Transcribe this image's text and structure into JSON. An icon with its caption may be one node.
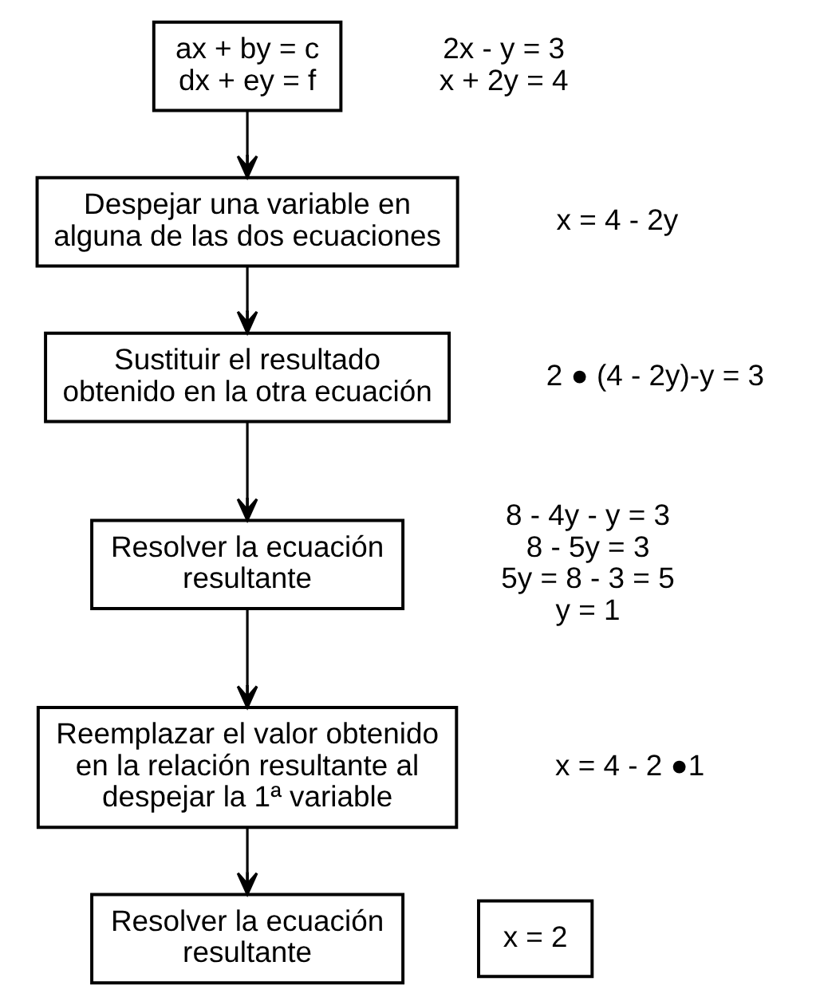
{
  "diagram": {
    "nodes": [
      {
        "text": [
          "ax + by = c",
          "dx + ey = f"
        ],
        "beside": [
          "2x - y = 3",
          "x + 2y = 4"
        ]
      },
      {
        "text": [
          "Despejar una variable en alguna de las dos ecuaciones"
        ],
        "beside": [
          "x = 4 - 2y"
        ]
      },
      {
        "text": [
          "Sustituir el resultado obtenido en la otra ecuación"
        ],
        "beside": [
          "2 ● (4 - 2y)-y = 3"
        ]
      },
      {
        "text": [
          "Resolver la ecuación resultante"
        ],
        "beside": [
          "8 - 4y - y = 3",
          "8 - 5y = 3",
          "5y = 8 - 3 = 5",
          "y = 1"
        ]
      },
      {
        "text": [
          "Reemplazar el valor obtenido en la relación resultante al despejar la 1ª variable"
        ],
        "beside": [
          "x = 4 - 2 ●1"
        ]
      },
      {
        "text": [
          "Resolver la ecuación resultante"
        ]
      },
      {
        "text": [
          "x = 2"
        ]
      }
    ],
    "edges": [
      {
        "from": 0,
        "to": 1,
        "arrow": "to"
      },
      {
        "from": 1,
        "to": 2,
        "arrow": "to"
      },
      {
        "from": 2,
        "to": 3,
        "arrow": "to"
      },
      {
        "from": 3,
        "to": 4,
        "arrow": "to"
      },
      {
        "from": 4,
        "to": 5,
        "arrow": "to"
      }
    ]
  }
}
